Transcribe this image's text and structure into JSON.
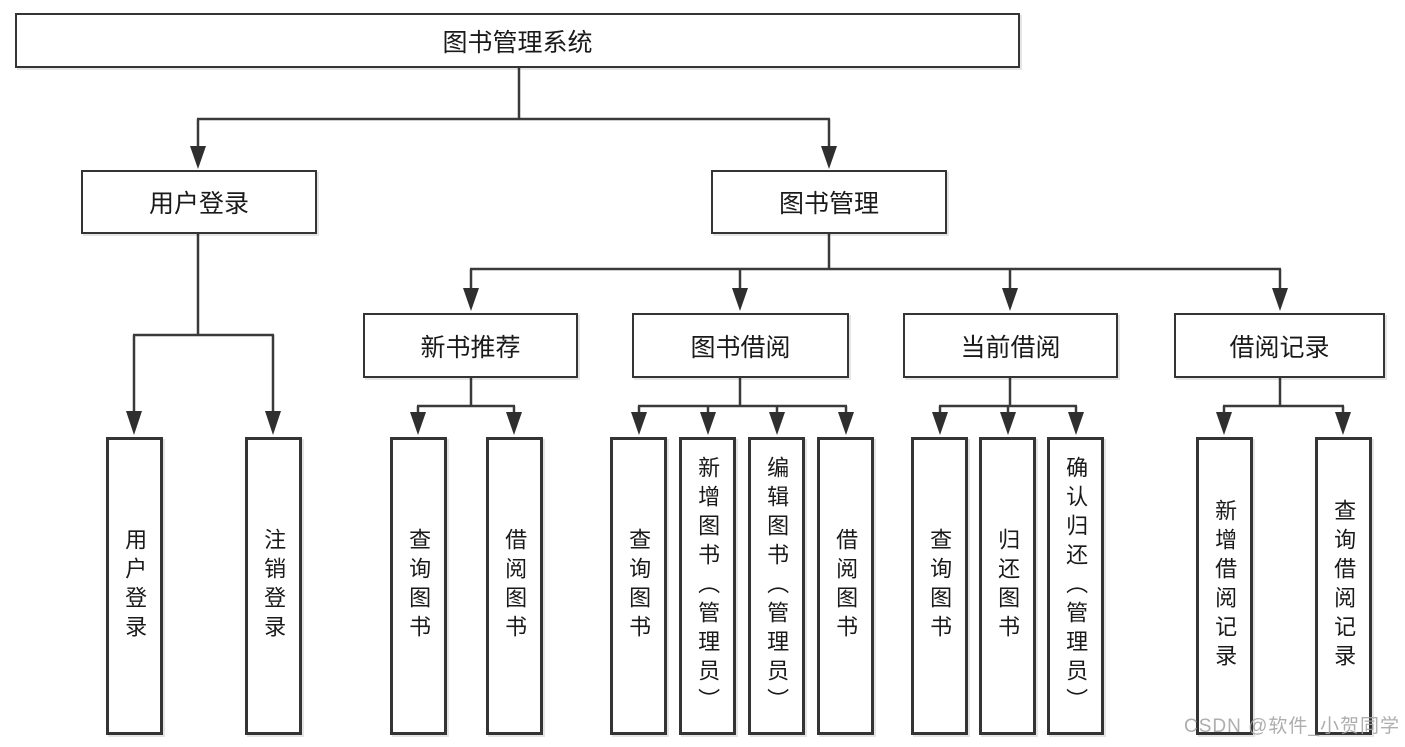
{
  "diagram": {
    "root": "图书管理系统",
    "children": [
      {
        "label": "用户登录",
        "leaves": [
          "用户登录",
          "注销登录"
        ]
      },
      {
        "label": "图书管理",
        "children": [
          {
            "label": "新书推荐",
            "leaves": [
              "查询图书",
              "借阅图书"
            ]
          },
          {
            "label": "图书借阅",
            "leaves": [
              "查询图书",
              "新增图书（管理员）",
              "编辑图书（管理员）",
              "借阅图书"
            ]
          },
          {
            "label": "当前借阅",
            "leaves": [
              "查询图书",
              "归还图书",
              "确认归还（管理员）"
            ]
          },
          {
            "label": "借阅记录",
            "leaves": [
              "新增借阅记录",
              "查询借阅记录"
            ]
          }
        ]
      }
    ]
  },
  "watermark": "CSDN @软件_小贺同学",
  "colors": {
    "background": "#ffffff",
    "box_border": "#343434",
    "connector_line": "#3a3a3a",
    "arrow_fill": "#2f2f2f",
    "text": "#1a1a1a",
    "watermark_text": "#a3a3a3"
  }
}
